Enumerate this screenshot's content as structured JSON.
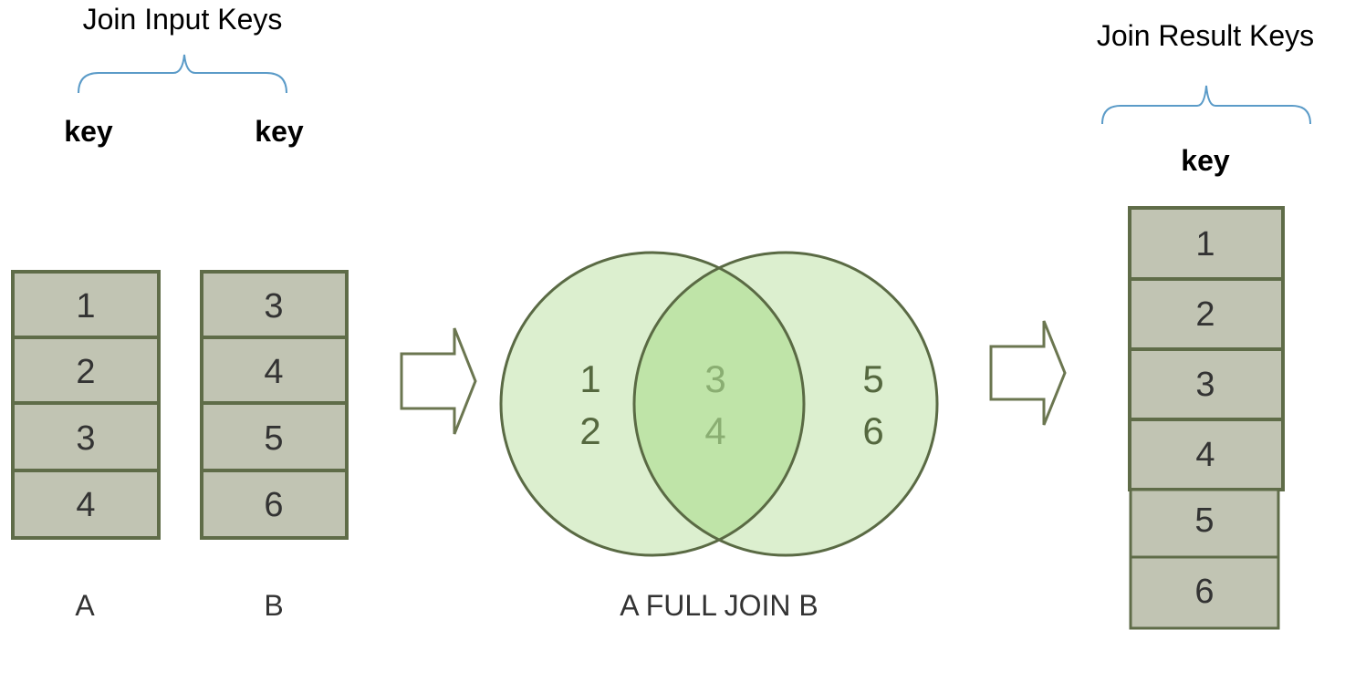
{
  "input_section": {
    "title": "Join Input Keys",
    "col_a_header": "key",
    "col_b_header": "key",
    "table_a": {
      "label": "A",
      "values": [
        "1",
        "2",
        "3",
        "4"
      ]
    },
    "table_b": {
      "label": "B",
      "values": [
        "3",
        "4",
        "5",
        "6"
      ]
    }
  },
  "venn": {
    "left_only": [
      "1",
      "2"
    ],
    "overlap": [
      "3",
      "4"
    ],
    "right_only": [
      "5",
      "6"
    ],
    "caption": "A FULL JOIN B"
  },
  "result_section": {
    "title": "Join Result Keys",
    "col_header": "key",
    "values": [
      "1",
      "2",
      "3",
      "4",
      "5",
      "6"
    ]
  },
  "colors": {
    "cell_fill": "#c1c4b3",
    "cell_border": "#5f6c48",
    "circle_fill": "#dcefcf",
    "overlap_fill": "#bfe4a8",
    "circle_stroke": "#5a6a44",
    "brace": "#5b9bc8",
    "arrow": "#6b7650"
  }
}
